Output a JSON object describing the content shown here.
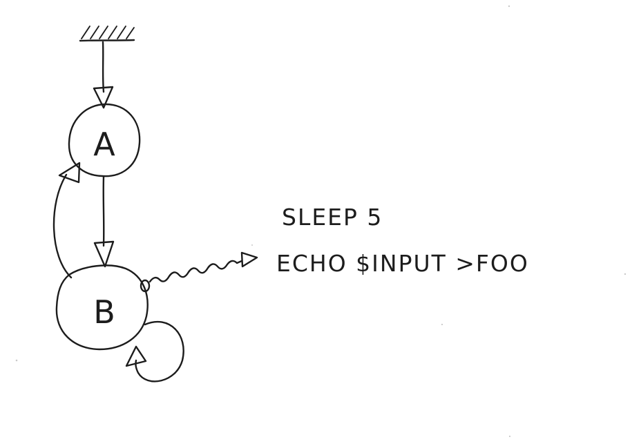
{
  "diagram": {
    "nodes": [
      {
        "id": "A",
        "label": "A"
      },
      {
        "id": "B",
        "label": "B"
      }
    ],
    "edges": [
      {
        "from": "start",
        "to": "A",
        "kind": "initial"
      },
      {
        "from": "A",
        "to": "B",
        "kind": "transition"
      },
      {
        "from": "B",
        "to": "A",
        "kind": "transition"
      },
      {
        "from": "B",
        "to": "B",
        "kind": "self-loop"
      },
      {
        "from": "B",
        "to": "action",
        "kind": "triggers-action"
      }
    ],
    "action": {
      "lines": [
        "SLEEP 5",
        "ECHO $INPUT >FOO"
      ]
    }
  }
}
